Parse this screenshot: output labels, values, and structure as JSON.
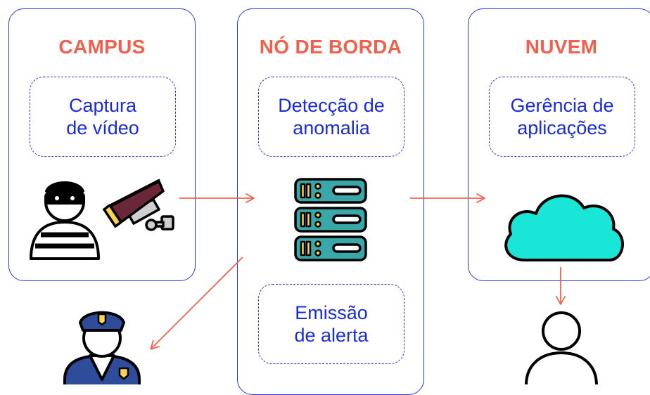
{
  "panels": {
    "campus": {
      "title": "CAMPUS",
      "box_text": "Captura\nde vídeo"
    },
    "edge": {
      "title": "NÓ DE BORDA",
      "box_text": "Detecção de\nanomalia",
      "box2_text": "Emissão\nde alerta"
    },
    "cloud": {
      "title": "NUVEM",
      "box_text": "Gerência de\naplicações"
    }
  },
  "colors": {
    "border": "#2b37d6",
    "title": "#f0604d",
    "text": "#1b2bd6",
    "arrow": "#f0604d",
    "server": "#3aa7a9",
    "cloud": "#19e6d6",
    "camera": "#6b2737",
    "police": "#2f4c9a"
  },
  "icons": [
    "thief-icon",
    "security-camera-icon",
    "server-rack-icon",
    "cloud-icon",
    "police-officer-icon",
    "user-icon"
  ]
}
